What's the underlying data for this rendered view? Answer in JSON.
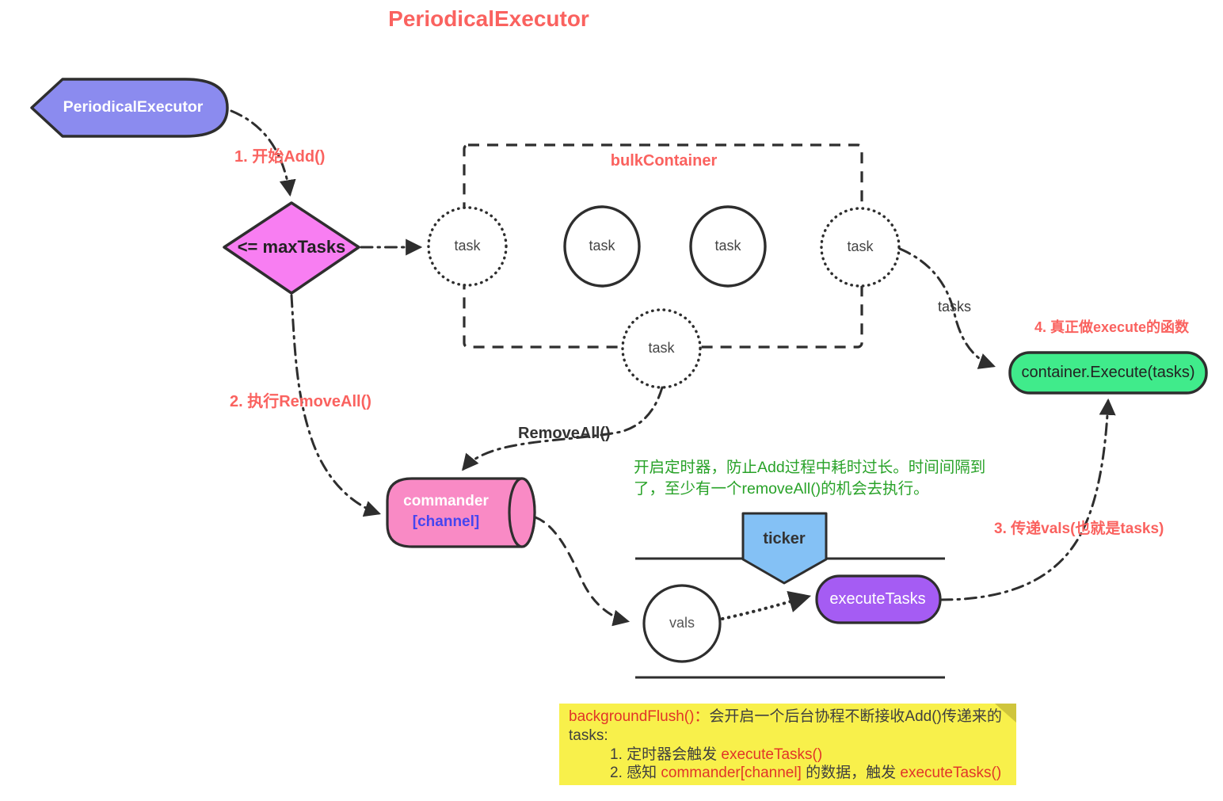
{
  "header": {
    "title": "PeriodicalExecutor"
  },
  "colors": {
    "accent_red": "#fa625f",
    "note_red": "#e13528",
    "annotation_green": "#28a228",
    "entry_fill": "#8b8bef",
    "decision_fill": "#f87ef2",
    "commander_fill": "#f98ac5",
    "ticker_fill": "#84c1f5",
    "execute_tasks_fill": "#a55cf3",
    "container_execute_fill": "#40eb8b",
    "note_fill": "#f8f04b",
    "note_fold": "#cfc53c",
    "channel_blue": "#4545f0",
    "stroke_dark": "#2e2e2e"
  },
  "nodes": {
    "entry": {
      "label": "PeriodicalExecutor"
    },
    "decision": {
      "label": "<= maxTasks"
    },
    "bulk_container": {
      "label": "bulkContainer"
    },
    "tasks": [
      "task",
      "task",
      "task",
      "task",
      "task"
    ],
    "commander": {
      "line1": "commander",
      "line2": "[channel]"
    },
    "ticker": {
      "label": "ticker"
    },
    "vals": {
      "label": "vals"
    },
    "execute_tasks": {
      "label": "executeTasks"
    },
    "container_execute": {
      "label": "container.Execute(tasks)"
    }
  },
  "edges": {
    "tasks_label": "tasks",
    "remove_all_label": "RemoveAll()"
  },
  "steps": {
    "step1": "1. 开始Add()",
    "step2": "2. 执行RemoveAll()",
    "step3": "3. 传递vals(也就是tasks)",
    "step4": "4. 真正做execute的函数"
  },
  "annotation": {
    "line1": "开启定时器，防止Add过程中耗时过长。时间间隔到",
    "line2": "了，至少有一个removeAll()的机会去执行。"
  },
  "note": {
    "title": "backgroundFlush()：",
    "intro": "会开启一个后台协程不断接收Add()传递来的",
    "line2": "tasks:",
    "item1_prefix": "1. 定时器会触发 ",
    "item1_code": "executeTasks()",
    "item2_prefix": "2. 感知 ",
    "item2_code1": "commander[channel]",
    "item2_mid": " 的数据，触发 ",
    "item2_code2": "executeTasks()"
  }
}
